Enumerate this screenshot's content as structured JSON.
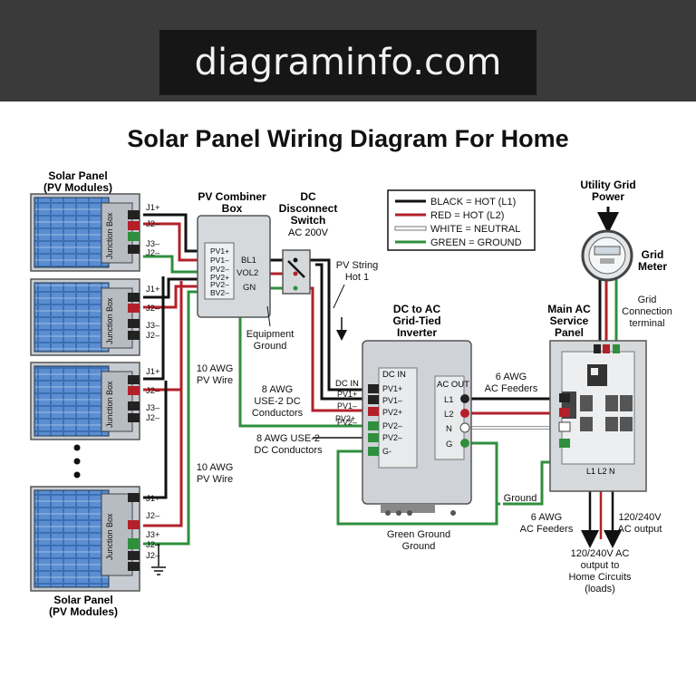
{
  "site": {
    "name": "diagraminfo.com"
  },
  "title": "Solar Panel Wiring Diagram For Home",
  "panels": {
    "label_top_1": "Solar Panel",
    "label_top_2": "(PV Modules)",
    "label_bottom_1": "Solar Panel",
    "label_bottom_2": "(PV Modules)",
    "junction_box": "Junction Box",
    "p1_terms": [
      "J1+",
      "J2–",
      "J3–",
      "J2–"
    ],
    "p2_terms": [
      "J1+",
      "J2–",
      "J3–",
      "J2–"
    ],
    "p3_terms": [
      "J1+",
      "J2–",
      "J3–",
      "J2–"
    ],
    "p4_terms": [
      "J1+",
      "J2–",
      "J3+",
      "J2–",
      "J2–"
    ]
  },
  "combiner": {
    "title_1": "PV Combiner",
    "title_2": "Box",
    "inputs": [
      "PV1+",
      "PV1–",
      "PV2–",
      "PV2+",
      "PV2–",
      "BV2–"
    ],
    "outputs": [
      "BL1",
      "VOL2",
      "GN"
    ]
  },
  "disconnect": {
    "title_1": "DC",
    "title_2": "Disconnect",
    "title_3": "Switch",
    "rating": "AC 200V"
  },
  "legend": {
    "black": "BLACK = HOT (L1)",
    "red": "RED = HOT (L2)",
    "white": "WHITE = NEUTRAL",
    "green": "GREEN = GROUND"
  },
  "utility": {
    "title_1": "Utility Grid",
    "title_2": "Power",
    "meter_1": "Grid",
    "meter_2": "Meter"
  },
  "inverter": {
    "title_1": "DC to AC",
    "title_2": "Grid-Tied",
    "title_3": "Inverter",
    "dc_in": "DC IN",
    "dc_in_inner": "DC IN",
    "ac_out": "AC OUT",
    "dc_terms": [
      "PV1+",
      "PV1–",
      "PV2+",
      "PV2–",
      "PV2–",
      "G-"
    ],
    "dc_labels_left": [
      "PV1+",
      "PV1–",
      "PV2+",
      "PV2–"
    ],
    "ac_terms": [
      "L1",
      "L2",
      "N",
      "G"
    ]
  },
  "service_panel": {
    "title_1": "Main AC",
    "title_2": "Service",
    "title_3": "Panel",
    "outputs": "L1 L2  N"
  },
  "annotations": {
    "pv_string_1": "PV String",
    "pv_string_2": "Hot 1",
    "equip_ground_1": "Equipment",
    "equip_ground_2": "Ground",
    "awg10_a_1": "10 AWG",
    "awg10_a_2": "PV Wire",
    "awg10_b_1": "10 AWG",
    "awg10_b_2": "PV Wire",
    "awg8_a_1": "8 AWG",
    "awg8_a_2": "USE-2 DC",
    "awg8_a_3": "Conductors",
    "awg8_b_1": "8 AWG USE-2",
    "awg8_b_2": "DC Conductors",
    "awg6_a_1": "6 AWG",
    "awg6_a_2": "AC Feeders",
    "awg6_b_1": "6 AWG",
    "awg6_b_2": "AC Feeders",
    "ground": "Ground",
    "green_ground_1": "Green Ground",
    "green_ground_2": "Ground",
    "grid_conn_1": "Grid",
    "grid_conn_2": "Connection",
    "grid_conn_3": "terminal",
    "ac_out_1": "120/240V",
    "ac_out_2": "AC output",
    "home_1": "120/240V AC",
    "home_2": "output to",
    "home_3": "Home Circuits",
    "home_4": "(loads)"
  },
  "colors": {
    "black_wire": "#111111",
    "red_wire": "#b3202a",
    "green_wire": "#2f8f3e",
    "white_wire": "#f4f4f4",
    "panel_blue": "#3d6fb5",
    "box_gray": "#d6d9dc"
  }
}
